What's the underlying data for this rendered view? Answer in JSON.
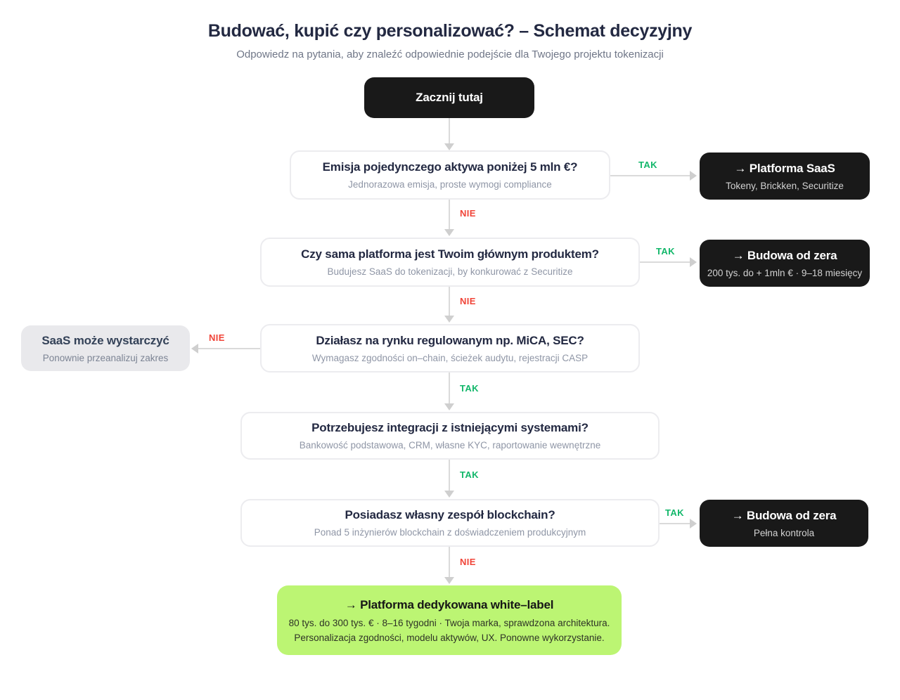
{
  "header": {
    "title": "Budować, kupić czy personalizować? – Schemat decyzyjny",
    "subtitle": "Odpowiedz na pytania, aby znaleźć odpowiednie podejście dla Twojego projektu tokenizacji"
  },
  "nodes": {
    "start": {
      "label": "Zacznij tutaj"
    },
    "q1": {
      "title": "Emisja pojedynczego aktywa poniżej 5 mln €?",
      "subtitle": "Jednorazowa emisja, proste wymogi compliance"
    },
    "result_saas": {
      "title": "→ Platforma SaaS",
      "subtitle": "Tokeny, Brickken, Securitize"
    },
    "q2": {
      "title": "Czy sama platforma jest Twoim głównym produktem?",
      "subtitle": "Budujesz SaaS do tokenizacji, by konkurować z Securitize"
    },
    "result_build_scratch_1": {
      "title": "→ Budowa od zera",
      "subtitle": "200 tys. do + 1mln € · 9–18 miesięcy"
    },
    "q3": {
      "title": "Działasz na rynku regulowanym np. MiCA, SEC?",
      "subtitle": "Wymagasz zgodności on–chain, ścieżek audytu, rejestracji CASP"
    },
    "saas_enough": {
      "title": "SaaS może wystarczyć",
      "subtitle": "Ponownie przeanalizuj zakres"
    },
    "q4": {
      "title": "Potrzebujesz integracji z istniejącymi systemami?",
      "subtitle": "Bankowość podstawowa, CRM, własne KYC, raportowanie wewnętrzne"
    },
    "q5": {
      "title": "Posiadasz własny zespół blockchain?",
      "subtitle": "Ponad 5 inżynierów blockchain z doświadczeniem produkcyjnym"
    },
    "result_build_scratch_2": {
      "title": "→ Budowa od zera",
      "subtitle": "Pełna kontrola"
    },
    "result_whitelabel": {
      "title": "→ Platforma dedykowana white–label",
      "line1": "80 tys. do 300 tys. € · 8–16 tygodni · Twoja marka, sprawdzona architektura.",
      "line2": "Personalizacja zgodności, modelu aktywów, UX. Ponowne wykorzystanie."
    }
  },
  "edges": {
    "q1_yes": "TAK",
    "q1_no": "NIE",
    "q2_yes": "TAK",
    "q2_no": "NIE",
    "q3_yes": "TAK",
    "q3_no": "NIE",
    "q4_yes": "TAK",
    "q5_yes": "TAK",
    "q5_no": "NIE"
  },
  "colors": {
    "yes_green": "#12b76a",
    "no_red": "#f04438",
    "result_box_bg": "#191919",
    "highlight_box_bg": "#bcf573",
    "question_title": "#232942",
    "question_subtitle": "#8f96a6",
    "arrow_gray": "#dadada"
  }
}
